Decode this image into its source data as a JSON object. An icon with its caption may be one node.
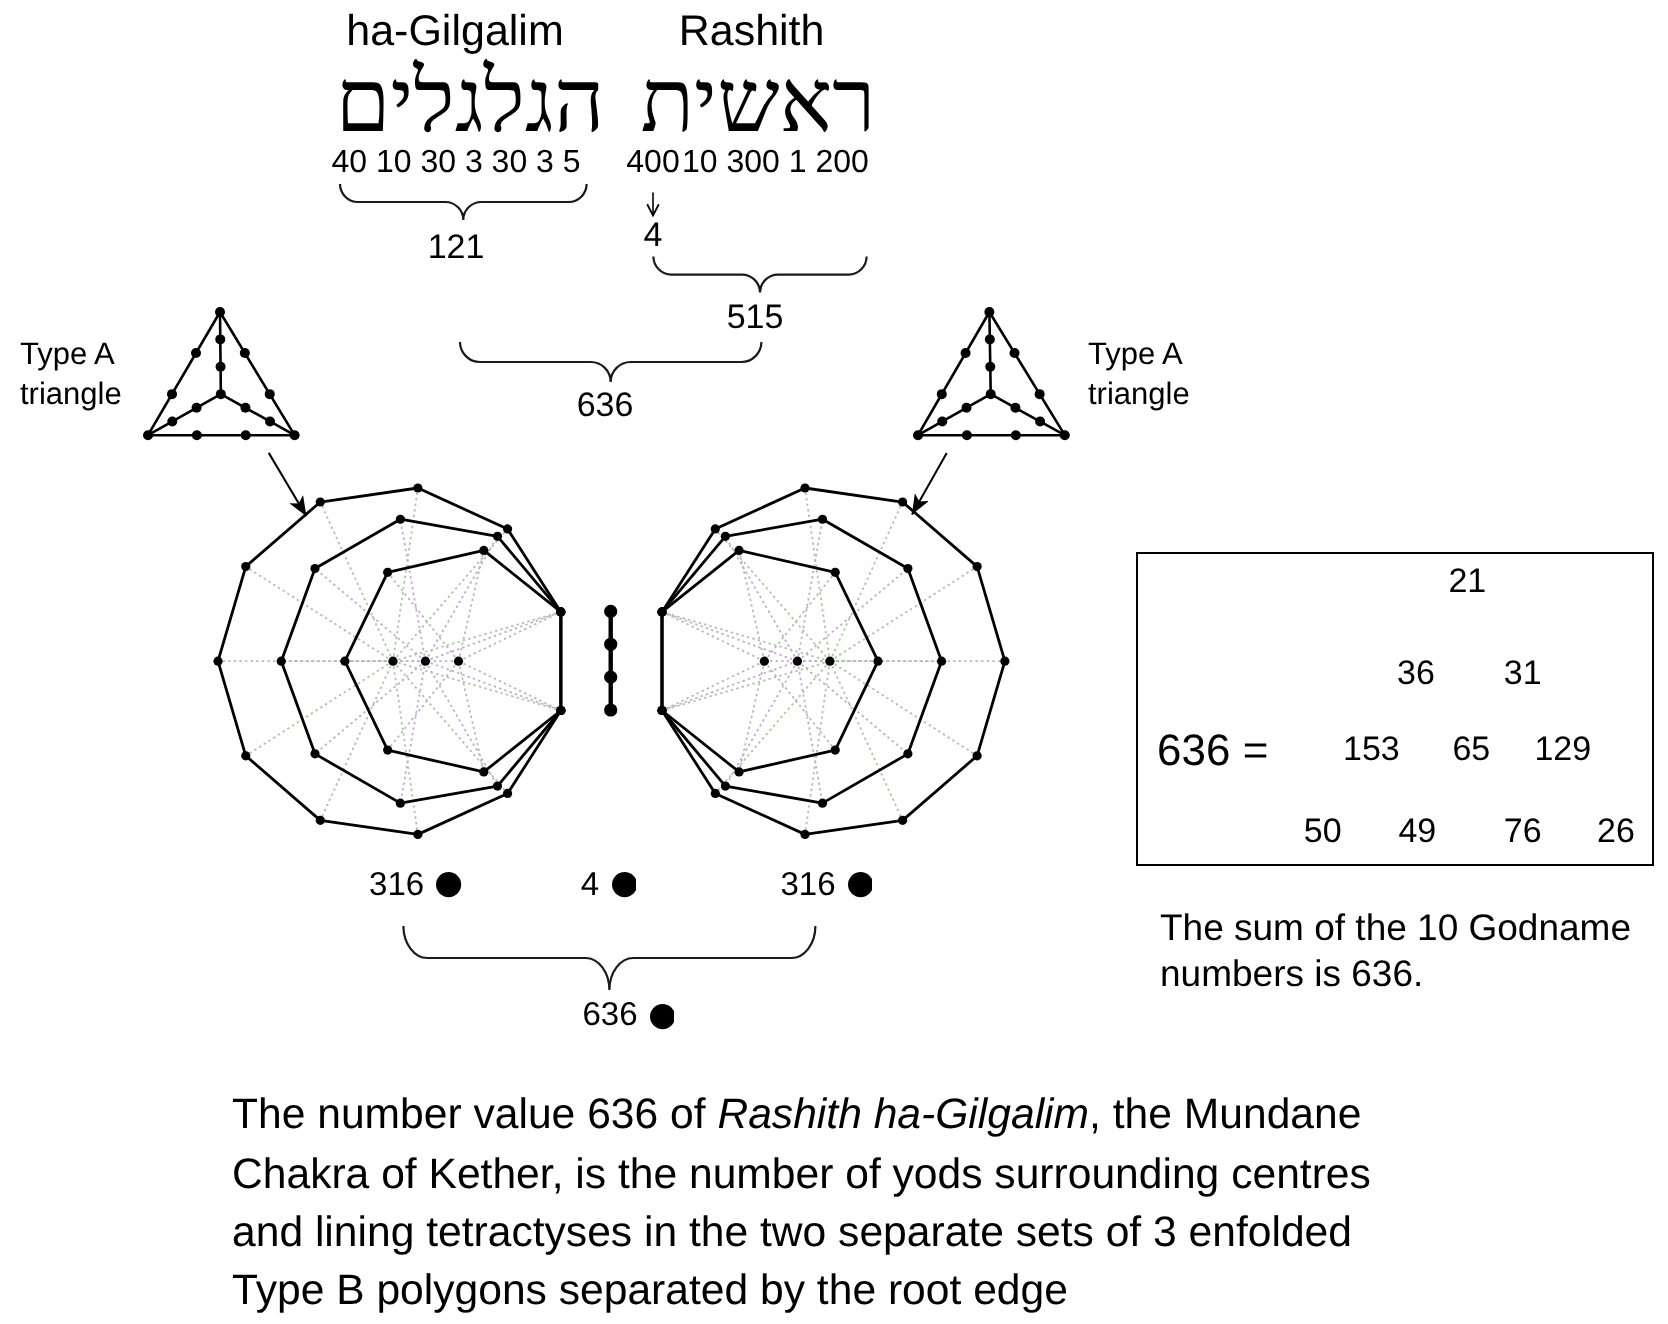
{
  "diagram": {
    "nodes": [
      {
        "text": [
          "400"
        ]
      },
      {
        "text": [
          "4"
        ]
      },
      {
        "text": [],
        "shape": "picture",
        "beside": [
          "Type A triangle"
        ]
      },
      {
        "text": [],
        "shape": "picture",
        "beside": [
          "Type A triangle"
        ]
      },
      {
        "text": [],
        "shape": "picture"
      },
      {
        "text": [],
        "shape": "picture"
      },
      {
        "text": [
          "21",
          "36",
          "31",
          "636 =",
          "153",
          "65",
          "129",
          "50",
          "49",
          "76",
          "26"
        ],
        "beside": [
          "The sum of the 10 Godname numbers is 636."
        ]
      }
    ],
    "edges": [
      {
        "from": 0,
        "to": 1,
        "arrow": "to"
      },
      {
        "from": 2,
        "to": 4,
        "arrow": "to"
      },
      {
        "from": 3,
        "to": 5,
        "arrow": "to"
      }
    ],
    "labels": [
      "ha-Gilgalim",
      "Rashith",
      "הגלגלים",
      "ראשית",
      "40 10 30 3 30 3 5",
      "10 300 1 200",
      "121",
      "515",
      "636",
      "316",
      "4",
      "316",
      "636",
      "The number value 636 of *Rashith ha-Gilgalim*, the Mundane Chakra of Kether, is the number of yods surrounding centres and lining tetractyses in the two separate sets of 3 enfolded Type B polygons separated by the root edge"
    ]
  }
}
